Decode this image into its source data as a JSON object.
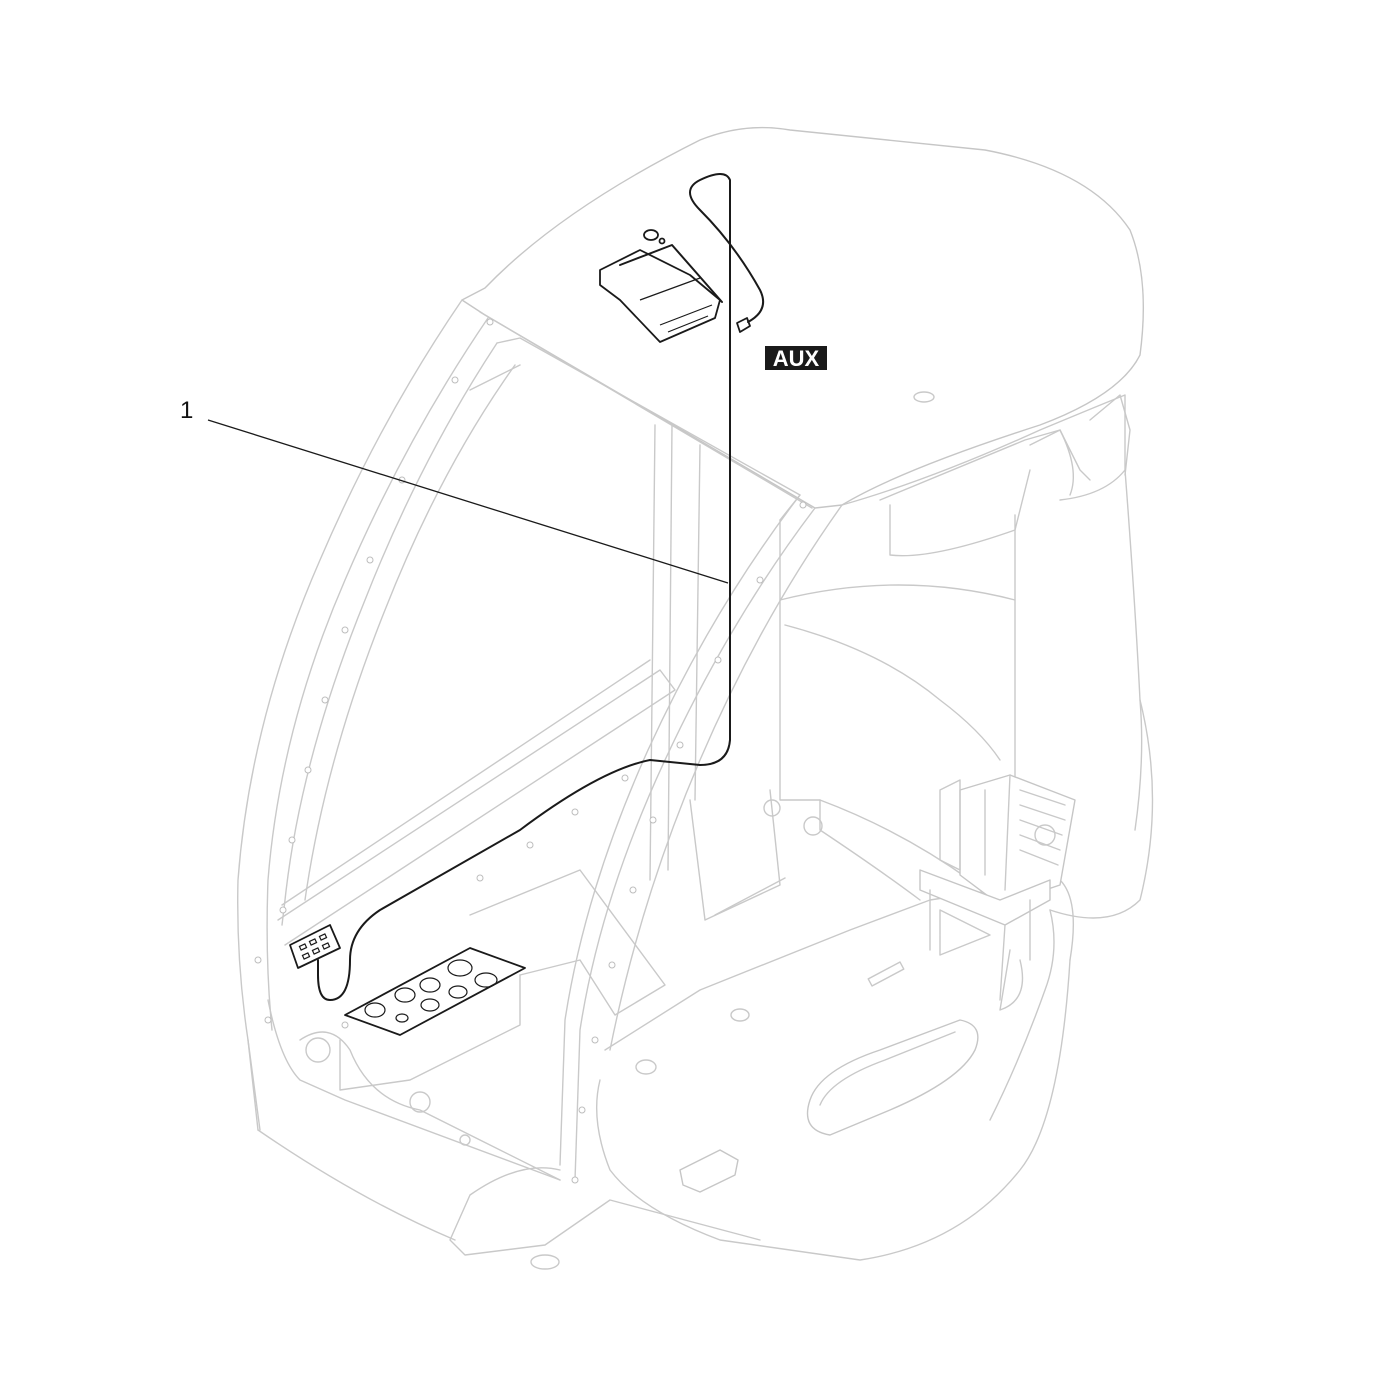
{
  "diagram": {
    "callouts": [
      {
        "id": "1",
        "label": "1"
      }
    ],
    "tag": {
      "label": "AUX",
      "background": "#1a1a1a",
      "text_color": "#ffffff"
    }
  }
}
